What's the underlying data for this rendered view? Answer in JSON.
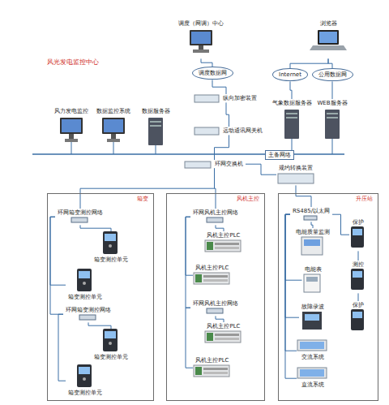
{
  "diagram": {
    "title": "风光发电监控中心",
    "nodes": [
      {
        "text": [
          "调度（网调）中心"
        ]
      },
      {
        "text": [
          "调度数据网"
        ]
      },
      {
        "text": [
          "纵向加密装置"
        ]
      },
      {
        "text": [
          "远动通讯网关机"
        ]
      },
      {
        "text": [
          "浏览器"
        ]
      },
      {
        "text": [
          "Internet"
        ]
      },
      {
        "text": [
          "公用数据网"
        ]
      },
      {
        "text": [
          "气象数据服务器"
        ]
      },
      {
        "text": [
          "WEB服务器"
        ]
      },
      {
        "text": [
          "风力发电监控"
        ]
      },
      {
        "text": [
          "数据监控系统"
        ]
      },
      {
        "text": [
          "数据服务器"
        ]
      },
      {
        "text": [
          "主备网络"
        ]
      },
      {
        "text": [
          "环网交换机"
        ]
      },
      {
        "text": [
          "规约转换装置"
        ]
      },
      {
        "text": [
          "箱变"
        ]
      },
      {
        "text": [
          "风机主控"
        ]
      },
      {
        "text": [
          "升压站"
        ]
      },
      {
        "text": [
          "环网箱变测控网络"
        ],
        "in": 15
      },
      {
        "text": [
          "箱变测控单元"
        ],
        "in": 15
      },
      {
        "text": [
          "箱变测控单元"
        ],
        "in": 15
      },
      {
        "text": [
          "环网箱变测控网络"
        ],
        "in": 15
      },
      {
        "text": [
          "箱变测控单元"
        ],
        "in": 15
      },
      {
        "text": [
          "箱变测控单元"
        ],
        "in": 15
      },
      {
        "text": [
          "环网风机主控网络"
        ],
        "in": 16
      },
      {
        "text": [
          "风机主控PLC"
        ],
        "in": 16
      },
      {
        "text": [
          "风机主控PLC"
        ],
        "in": 16
      },
      {
        "text": [
          "环网风机主控网络"
        ],
        "in": 16
      },
      {
        "text": [
          "风机主控PLC"
        ],
        "in": 16
      },
      {
        "text": [
          "风机主控PLC"
        ],
        "in": 16
      },
      {
        "text": [
          "RS485/以太网"
        ],
        "in": 17
      },
      {
        "text": [
          "电能质量监测"
        ],
        "in": 17
      },
      {
        "text": [
          "保护"
        ],
        "in": 17
      },
      {
        "text": [
          "电能表"
        ],
        "in": 17
      },
      {
        "text": [
          "测控"
        ],
        "in": 17
      },
      {
        "text": [
          "故障录波"
        ],
        "in": 17
      },
      {
        "text": [
          "保护"
        ],
        "in": 17
      },
      {
        "text": [
          "交流系统"
        ],
        "in": 17
      },
      {
        "text": [
          "直流系统"
        ],
        "in": 17
      }
    ],
    "edges": [
      {
        "from": 0,
        "to": 1,
        "arrow": "none"
      },
      {
        "from": 1,
        "to": 2,
        "arrow": "none"
      },
      {
        "from": 2,
        "to": 3,
        "arrow": "none"
      },
      {
        "from": 4,
        "to": 5,
        "arrow": "none"
      },
      {
        "from": 4,
        "to": 6,
        "arrow": "none"
      },
      {
        "from": 5,
        "to": 7,
        "arrow": "none"
      },
      {
        "from": 6,
        "to": 8,
        "arrow": "none"
      },
      {
        "from": 3,
        "to": 13,
        "arrow": "none"
      },
      {
        "from": 13,
        "to": 18,
        "arrow": "none"
      },
      {
        "from": 13,
        "to": 24,
        "arrow": "none"
      },
      {
        "from": 13,
        "to": 14,
        "arrow": "none"
      },
      {
        "from": 14,
        "to": 30,
        "arrow": "none"
      },
      {
        "from": 18,
        "to": 19,
        "arrow": "none"
      },
      {
        "from": 18,
        "to": 20,
        "arrow": "none"
      },
      {
        "from": 18,
        "to": 21,
        "arrow": "none"
      },
      {
        "from": 21,
        "to": 22,
        "arrow": "none"
      },
      {
        "from": 21,
        "to": 23,
        "arrow": "none"
      },
      {
        "from": 24,
        "to": 25,
        "arrow": "none"
      },
      {
        "from": 24,
        "to": 26,
        "arrow": "none"
      },
      {
        "from": 24,
        "to": 27,
        "arrow": "none"
      },
      {
        "from": 27,
        "to": 28,
        "arrow": "none"
      },
      {
        "from": 27,
        "to": 29,
        "arrow": "none"
      },
      {
        "from": 30,
        "to": 31,
        "arrow": "none"
      },
      {
        "from": 30,
        "to": 32,
        "arrow": "none"
      },
      {
        "from": 30,
        "to": 33,
        "arrow": "none"
      },
      {
        "from": 30,
        "to": 35,
        "arrow": "none"
      },
      {
        "from": 30,
        "to": 37,
        "arrow": "none"
      },
      {
        "from": 30,
        "to": 38,
        "arrow": "none"
      },
      {
        "from": 32,
        "to": 34,
        "arrow": "none"
      },
      {
        "from": 34,
        "to": 36,
        "arrow": "none"
      }
    ]
  }
}
